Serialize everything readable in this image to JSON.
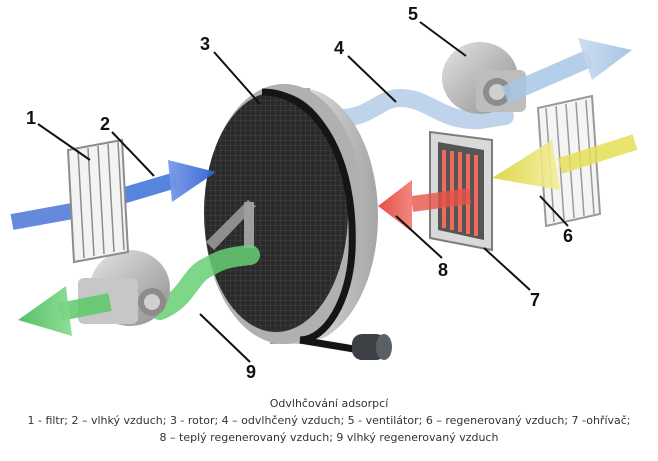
{
  "labels": {
    "n1": "1",
    "n2": "2",
    "n3": "3",
    "n4": "4",
    "n5": "5",
    "n6": "6",
    "n7": "7",
    "n8": "8",
    "n9": "9"
  },
  "caption": {
    "title": "Odvlhčování adsorpcí",
    "line1": "1 - filtr; 2 – vlhký vzduch; 3 - rotor; 4 – odvlhčený vzduch; 5 - ventilátor; 6 – regenerovaný vzduch; 7 -ohřívač;",
    "line2": "8 – teplý regenerovaný vzduch; 9 vlhký regenerovaný vzduch"
  },
  "colors": {
    "wet_air": "#3a6fd8",
    "dry_air": "#a9c6e6",
    "regen_air": "#e6df58",
    "warm_air": "#e8544a",
    "wet_regen_air": "#5cc96a",
    "metal": "#b9b9b9",
    "rotor_face": "#2b2b2b"
  }
}
